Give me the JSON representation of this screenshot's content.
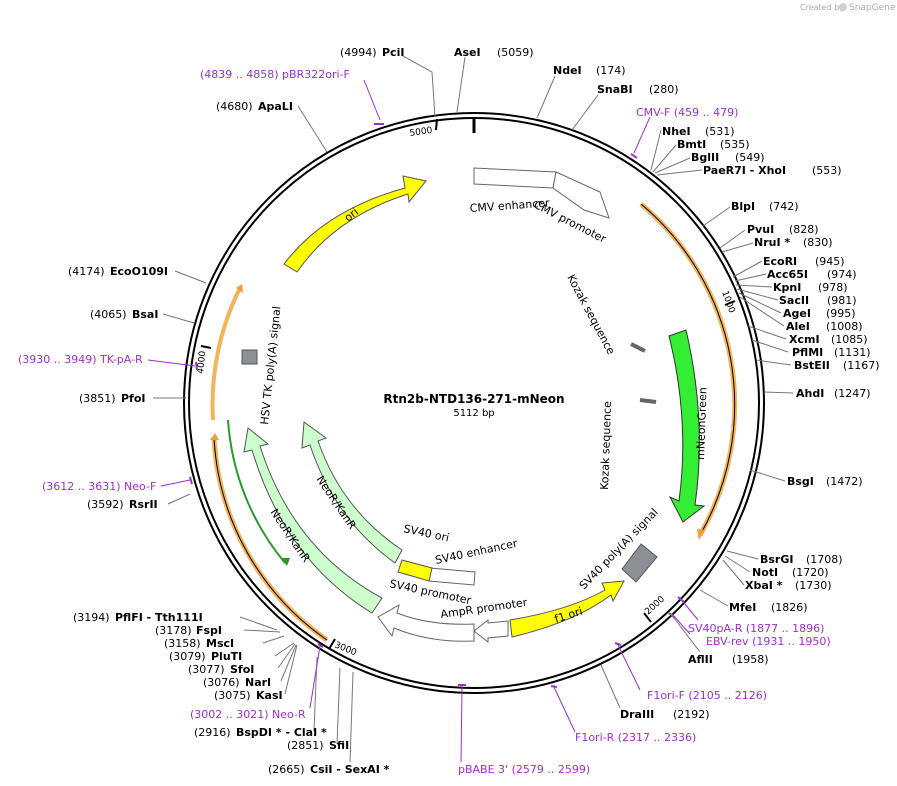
{
  "credit": {
    "created_by": "Created by",
    "brand": "SnapGene"
  },
  "plasmid": {
    "name": "Rtn2b-NTD136-271-mNeon",
    "length": "5112 bp"
  },
  "colors": {
    "backbone": "#000000",
    "yellow_feature": "#ffff00",
    "green_feature": "#33ee33",
    "light_green_feature": "#ccffcc",
    "promoter_white": "#ffffff",
    "orange_highlight": "#f0a030",
    "primer": "#9b30c8",
    "gray_box": "#8c9096"
  },
  "ticks": [
    "1000",
    "2000",
    "3000",
    "4000",
    "5000"
  ],
  "sites": [
    {
      "pos": "(4994)",
      "name": "PciI"
    },
    {
      "pos": "(5059)",
      "name": "AseI"
    },
    {
      "pos": "(174)",
      "name": "NdeI"
    },
    {
      "pos": "(280)",
      "name": "SnaBI"
    },
    {
      "pos": "(531)",
      "name": "NheI"
    },
    {
      "pos": "(535)",
      "name": "BmtI"
    },
    {
      "pos": "(549)",
      "name": "BglII"
    },
    {
      "pos": "(553)",
      "name": "PaeR7I - XhoI"
    },
    {
      "pos": "(742)",
      "name": "BlpI"
    },
    {
      "pos": "(828)",
      "name": "PvuI"
    },
    {
      "pos": "(830)",
      "name": "NruI *"
    },
    {
      "pos": "(945)",
      "name": "EcoRI"
    },
    {
      "pos": "(974)",
      "name": "Acc65I"
    },
    {
      "pos": "(978)",
      "name": "KpnI"
    },
    {
      "pos": "(981)",
      "name": "SacII"
    },
    {
      "pos": "(995)",
      "name": "AgeI"
    },
    {
      "pos": "(1008)",
      "name": "AleI"
    },
    {
      "pos": "(1085)",
      "name": "XcmI"
    },
    {
      "pos": "(1131)",
      "name": "PflMI"
    },
    {
      "pos": "(1167)",
      "name": "BstEII"
    },
    {
      "pos": "(1247)",
      "name": "AhdI"
    },
    {
      "pos": "(1472)",
      "name": "BsgI"
    },
    {
      "pos": "(1708)",
      "name": "BsrGI"
    },
    {
      "pos": "(1720)",
      "name": "NotI"
    },
    {
      "pos": "(1730)",
      "name": "XbaI *"
    },
    {
      "pos": "(1826)",
      "name": "MfeI"
    },
    {
      "pos": "(1958)",
      "name": "AflII"
    },
    {
      "pos": "(2192)",
      "name": "DraIII"
    },
    {
      "pos": "(2665)",
      "name": "CsiI - SexAI *"
    },
    {
      "pos": "(2851)",
      "name": "SfiI"
    },
    {
      "pos": "(2916)",
      "name": "BspDI * - ClaI *"
    },
    {
      "pos": "(3075)",
      "name": "KasI"
    },
    {
      "pos": "(3076)",
      "name": "NarI"
    },
    {
      "pos": "(3077)",
      "name": "SfoI"
    },
    {
      "pos": "(3079)",
      "name": "PluTI"
    },
    {
      "pos": "(3158)",
      "name": "MscI"
    },
    {
      "pos": "(3178)",
      "name": "FspI"
    },
    {
      "pos": "(3194)",
      "name": "PflFI - Tth111I"
    },
    {
      "pos": "(3592)",
      "name": "RsrII"
    },
    {
      "pos": "(3851)",
      "name": "PfoI"
    },
    {
      "pos": "(4065)",
      "name": "BsaI"
    },
    {
      "pos": "(4174)",
      "name": "EcoO109I"
    },
    {
      "pos": "(4680)",
      "name": "ApaLI"
    }
  ],
  "primers": [
    {
      "text": "(4839 .. 4858)  pBR322ori-F"
    },
    {
      "text": "CMV-F   (459 .. 479)"
    },
    {
      "text": "SV40pA-R   (1877 .. 1896)"
    },
    {
      "text": "EBV-rev   (1931 .. 1950)"
    },
    {
      "text": "F1ori-F   (2105 .. 2126)"
    },
    {
      "text": "F1ori-R   (2317 .. 2336)"
    },
    {
      "text": "pBABE 3'   (2579 .. 2599)"
    },
    {
      "text": "(3002 .. 3021)  Neo-R"
    },
    {
      "text": "(3612 .. 3631)  Neo-F"
    },
    {
      "text": "(3930 .. 3949)  TK-pA-R"
    }
  ],
  "features": {
    "cmv_enhancer": "CMV enhancer",
    "cmv_promoter": "CMV promoter",
    "kozak1": "Kozak sequence",
    "kozak2": "Kozak sequence",
    "mneongreen": "mNeonGreen",
    "sv40_polya": "SV40 poly(A) signal",
    "f1_ori": "f1 ori",
    "ampr_promoter": "AmpR promoter",
    "sv40_promoter": "SV40 promoter",
    "sv40_enhancer": "SV40 enhancer",
    "sv40_ori": "SV40 ori",
    "neor_inner": "NeoR/KanR",
    "neor_outer": "NeoR/KanR",
    "hsv_tk": "HSV TK poly(A) signal",
    "ori": "ori"
  }
}
